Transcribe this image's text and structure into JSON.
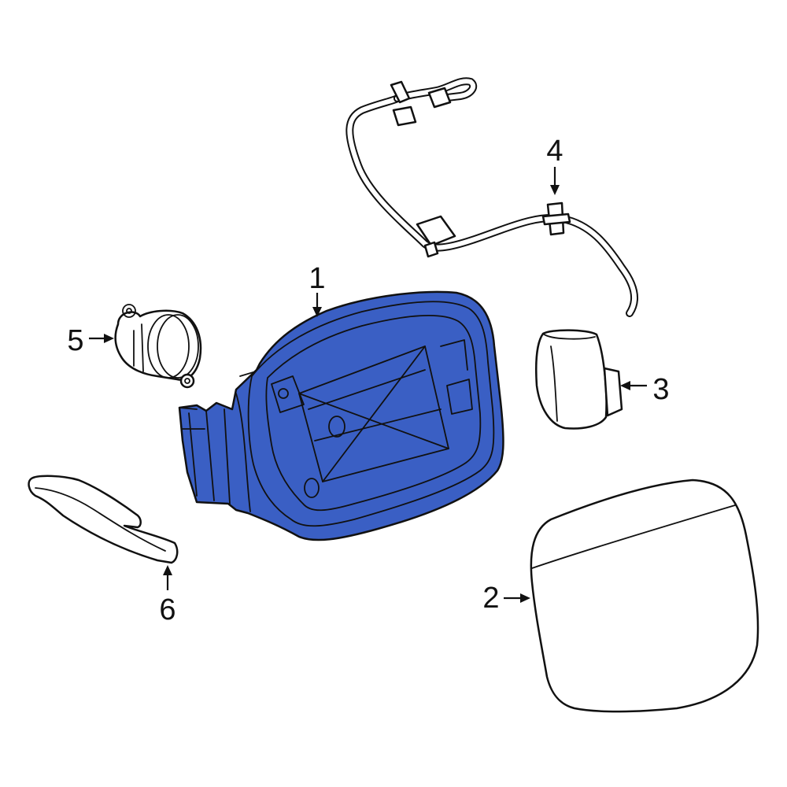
{
  "colors": {
    "background": "#ffffff",
    "line": "#111111",
    "highlight": "#3a5fc4"
  },
  "callouts": [
    {
      "id": "1",
      "text": "1",
      "part": "fuel-filler-housing",
      "highlighted": true
    },
    {
      "id": "2",
      "text": "2",
      "part": "fuel-door"
    },
    {
      "id": "3",
      "text": "3",
      "part": "door-actuator-cover"
    },
    {
      "id": "4",
      "text": "4",
      "part": "harness-clip"
    },
    {
      "id": "5",
      "text": "5",
      "part": "lock-actuator"
    },
    {
      "id": "6",
      "text": "6",
      "part": "hinge-arm"
    }
  ]
}
